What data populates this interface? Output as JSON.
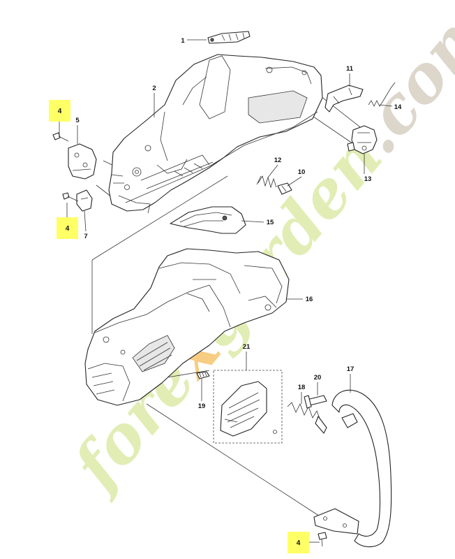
{
  "diagram": {
    "background": "#ffffff",
    "highlight_color": "#ffff66",
    "watermark": {
      "text_parts": [
        {
          "text": "fore",
          "color": "#dceba8"
        },
        {
          "text": "x",
          "color": "#f6c46e"
        },
        {
          "text": "garden",
          "color": "#dceba8"
        },
        {
          "text": ".com",
          "color": "#d6cfc3"
        }
      ]
    },
    "part_numbers": [
      {
        "id": "p1",
        "label": "1"
      },
      {
        "id": "p2",
        "label": "2"
      },
      {
        "id": "p5",
        "label": "5"
      },
      {
        "id": "p7",
        "label": "7"
      },
      {
        "id": "p10",
        "label": "10"
      },
      {
        "id": "p11",
        "label": "11"
      },
      {
        "id": "p12",
        "label": "12"
      },
      {
        "id": "p13",
        "label": "13"
      },
      {
        "id": "p14",
        "label": "14"
      },
      {
        "id": "p15",
        "label": "15"
      },
      {
        "id": "p16",
        "label": "16"
      },
      {
        "id": "p17",
        "label": "17"
      },
      {
        "id": "p18",
        "label": "18"
      },
      {
        "id": "p19",
        "label": "19"
      },
      {
        "id": "p20",
        "label": "20"
      },
      {
        "id": "p21",
        "label": "21"
      }
    ],
    "highlighted_refs": [
      {
        "id": "h1",
        "label": "4"
      },
      {
        "id": "h2",
        "label": "4"
      },
      {
        "id": "h3",
        "label": "4"
      }
    ]
  }
}
